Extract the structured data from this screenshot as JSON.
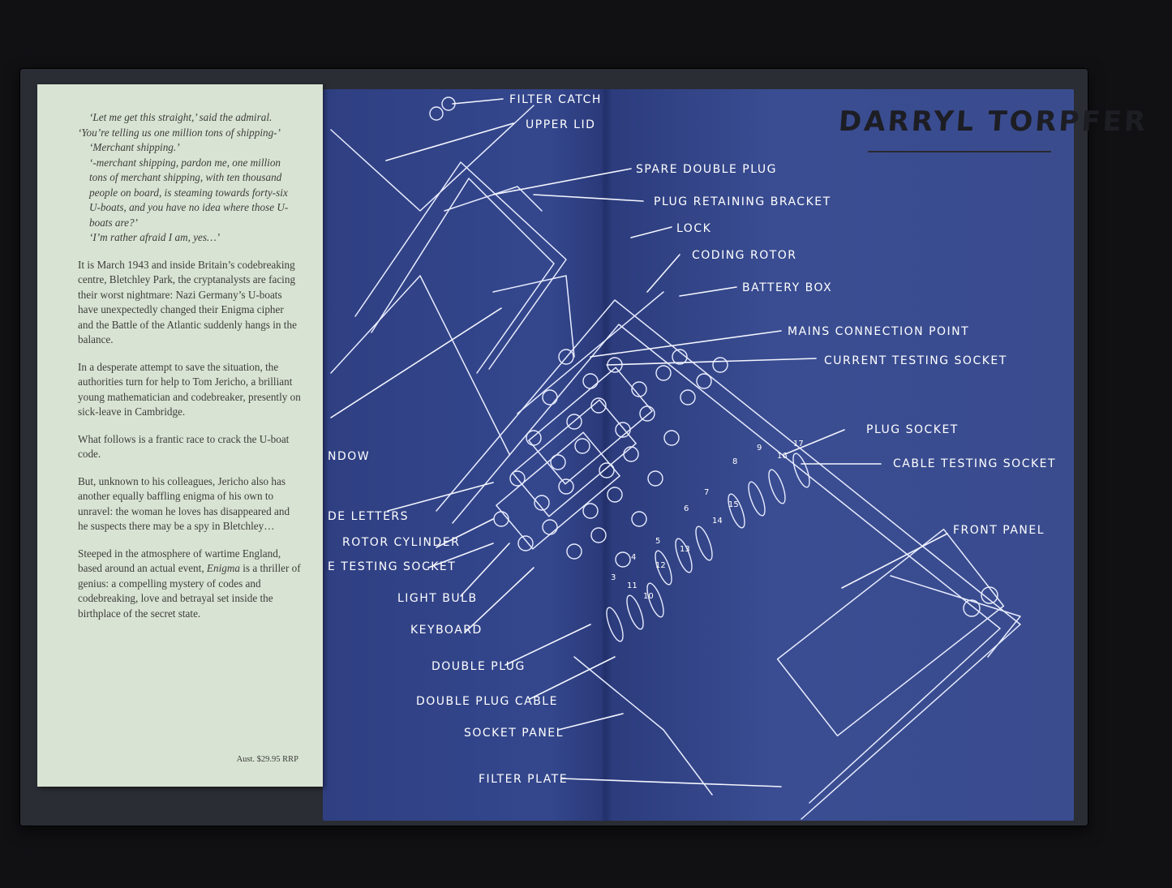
{
  "owner_signature": "DARRYL TORPFER",
  "flap": {
    "quote": [
      "‘Let me get this straight,’ said the admiral.",
      "‘You’re telling us one million tons of shipping-’",
      "‘Merchant shipping.’",
      "‘-merchant shipping, pardon me, one million tons of merchant shipping, with ten thousand people on board, is steaming towards forty-six U-boats, and you have no idea where those U-boats are?’",
      "‘I’m rather afraid I am, yes…’"
    ],
    "paragraphs": [
      "It is March 1943 and inside Britain’s codebreaking centre, Bletchley Park, the cryptanalysts are facing their worst nightmare: Nazi Germany’s U-boats have unexpectedly changed their Enigma cipher and the Battle of the Atlantic suddenly hangs in the balance.",
      "In a desperate attempt to save the situation, the authorities turn for help to Tom Jericho, a brilliant young mathematician and codebreaker, presently on sick-leave in Cambridge.",
      "What follows is a frantic race to crack the U-boat code.",
      "But, unknown to his colleagues, Jericho also has another equally baffling enigma of his own to unravel: the woman he loves has disappeared and he suspects there may be a spy in Bletchley…"
    ],
    "last_paragraph": {
      "before": "Steeped in the atmosphere of wartime England, based around an actual event,",
      "title": "Enigma",
      "after": "is a thriller of genius: a compelling mystery of codes and codebreaking, love and betrayal set inside the birthplace of the secret state."
    },
    "price": "Aust. $29.95 RRP"
  },
  "diagram_labels": {
    "filter_catch": "Filter catch",
    "upper_lid": "Upper lid",
    "spare_double_plug": "Spare double plug",
    "plug_retaining_bracket": "Plug retaining bracket",
    "lock": "Lock",
    "coding_rotor": "Coding rotor",
    "battery_box": "Battery box",
    "mains_connection_point": "Mains connection point",
    "current_testing_socket": "Current testing socket",
    "plug_socket": "Plug socket",
    "cable_testing_socket": "Cable testing socket",
    "front_panel": "Front panel",
    "window": "ndow",
    "code_letters": "de letters",
    "rotor_cylinder": "Rotor cylinder",
    "testing_socket": "e testing socket",
    "light_bulb": "Light bulb",
    "keyboard": "Keyboard",
    "double_plug": "Double plug",
    "double_plug_cable": "Double plug cable",
    "socket_panel": "Socket panel",
    "filter_plate": "Filter plate"
  },
  "plugboard_numbers": [
    "8",
    "9",
    "16",
    "17",
    "6",
    "7",
    "14",
    "15",
    "5",
    "13",
    "4",
    "12",
    "3",
    "11",
    "10"
  ]
}
